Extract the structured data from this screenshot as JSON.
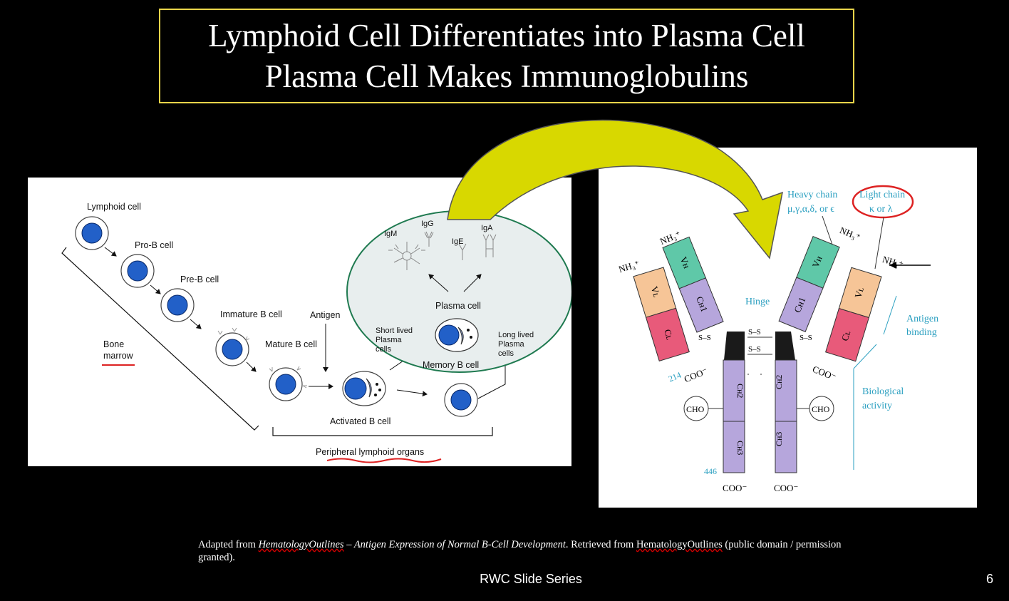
{
  "title": {
    "line1": "Lymphoid Cell Differentiates into Plasma Cell",
    "line2": "Plasma Cell Makes Immunoglobulins"
  },
  "bcell": {
    "lymphoid": "Lymphoid cell",
    "pro_b": "Pro-B cell",
    "pre_b": "Pre-B cell",
    "immature_b": "Immature B cell",
    "antigen": "Antigen",
    "mature_b": "Mature B cell",
    "bone_marrow_1": "Bone",
    "bone_marrow_2": "marrow",
    "activated_b": "Activated B cell",
    "peripheral": "Peripheral lymphoid organs",
    "plasma_cell": "Plasma cell",
    "short_lived_1": "Short lived",
    "short_lived_2": "Plasma",
    "short_lived_3": "cells",
    "long_lived_1": "Long lived",
    "long_lived_2": "Plasma",
    "long_lived_3": "cells",
    "memory_b": "Memory B cell",
    "igm": "IgM",
    "igg": "IgG",
    "iga": "IgA",
    "ige": "IgE"
  },
  "antibody": {
    "heavy_chain_1": "Heavy chain",
    "heavy_chain_2": "μ,γ,α,δ, or ϵ",
    "light_chain_1": "Light chain",
    "light_chain_2": "κ or λ",
    "hinge": "Hinge",
    "antigen_binding_1": "Antigen",
    "antigen_binding_2": "binding",
    "biological_1": "Biological",
    "biological_2": "activity",
    "nh3": "NH₃⁺",
    "coo": "COO⁻",
    "cho": "CHO",
    "n214": "214",
    "n446": "446",
    "vl": "Vʟ",
    "cl": "Cʟ",
    "vh": "Vʜ",
    "ch1": "Cʜ1",
    "ch2": "Cʜ2",
    "ch3": "Cʜ3",
    "ss": "S–S"
  },
  "colors": {
    "title_border": "#e8d44a",
    "arrow_fill": "#d8d800",
    "vl": "#f6c597",
    "cl": "#e85a7a",
    "vh": "#5fc8a8",
    "ch": "#b6a6dc",
    "hinge": "#1a1a1a",
    "label_cyan": "#2a9fc0",
    "cell_blue": "#2260c8",
    "plasma_bg": "#e8eeee",
    "plasma_border": "#1f7a50"
  },
  "citation": {
    "prefix": "Adapted from ",
    "source": "HematologyOutlines",
    "dash": " – ",
    "article": "Antigen Expression of Normal B-Cell Development",
    "mid": ". Retrieved from ",
    "source2": "HematologyOutlines",
    "suffix": " (public domain / permission granted)."
  },
  "footer": "RWC Slide Series",
  "slide_number": "6"
}
